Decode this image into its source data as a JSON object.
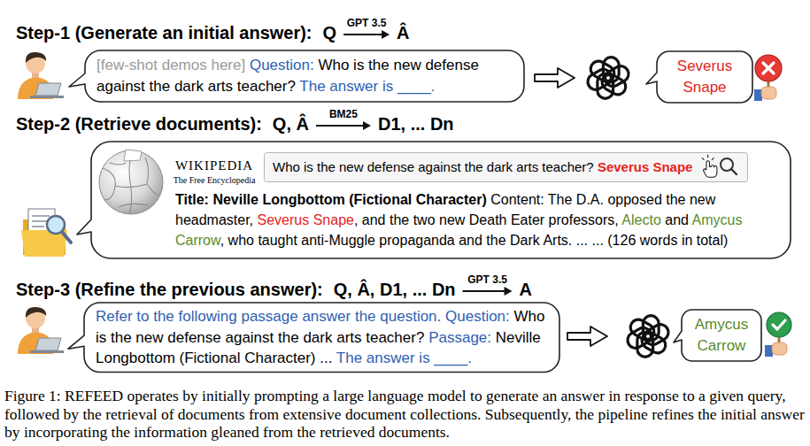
{
  "diagram": {
    "caption": "Figure 1: REFEED operates by initially prompting a large language model to generate an answer in response to a given query, followed by the retrieval of documents from extensive document collections. Subsequently, the pipeline refines the initial answer by incorporating the information gleaned from the retrieved documents.",
    "nodes": [
      {
        "text": [
          "[few-shot demos here]",
          "Question:",
          "Who is the new defense against the dark arts teacher?",
          "The answer is ____."
        ]
      },
      {
        "text": [
          "Severus Snape"
        ]
      },
      {
        "text": [
          "WIKIPEDIA",
          "The Free Encyclopedia",
          "Title: Neville Longbottom (Fictional Character)",
          "Content: The D.A. opposed the new headmaster,",
          "Severus Snape",
          ", and the two new Death Eater professors,",
          "Alecto",
          "and",
          "Amycus Carrow",
          ", who taught anti-Muggle propaganda and the Dark Arts. ... ... (126 words in total)"
        ]
      },
      {
        "text": [
          "Who is the new defense against the dark arts teacher?",
          "Severus Snape"
        ],
        "in": 2
      },
      {
        "text": [
          "Refer to the following passage answer the question.",
          "Question:",
          "Who is the new defense against the dark arts teacher?",
          "Passage:",
          "Neville Longbottom (Fictional Character) ...",
          "The answer is ____."
        ]
      },
      {
        "text": [
          "Amycus Carrow"
        ]
      }
    ],
    "labels": [
      "Step-1 (Generate an initial answer):",
      "Q",
      "GPT 3.5",
      "Â",
      "Step-2 (Retrieve documents):",
      "Q, Â",
      "BM25",
      "D1, ... Dn",
      "Step-3 (Refine the previous answer):",
      "Q, Â, D1, ... Dn",
      "GPT 3.5",
      "A"
    ]
  }
}
